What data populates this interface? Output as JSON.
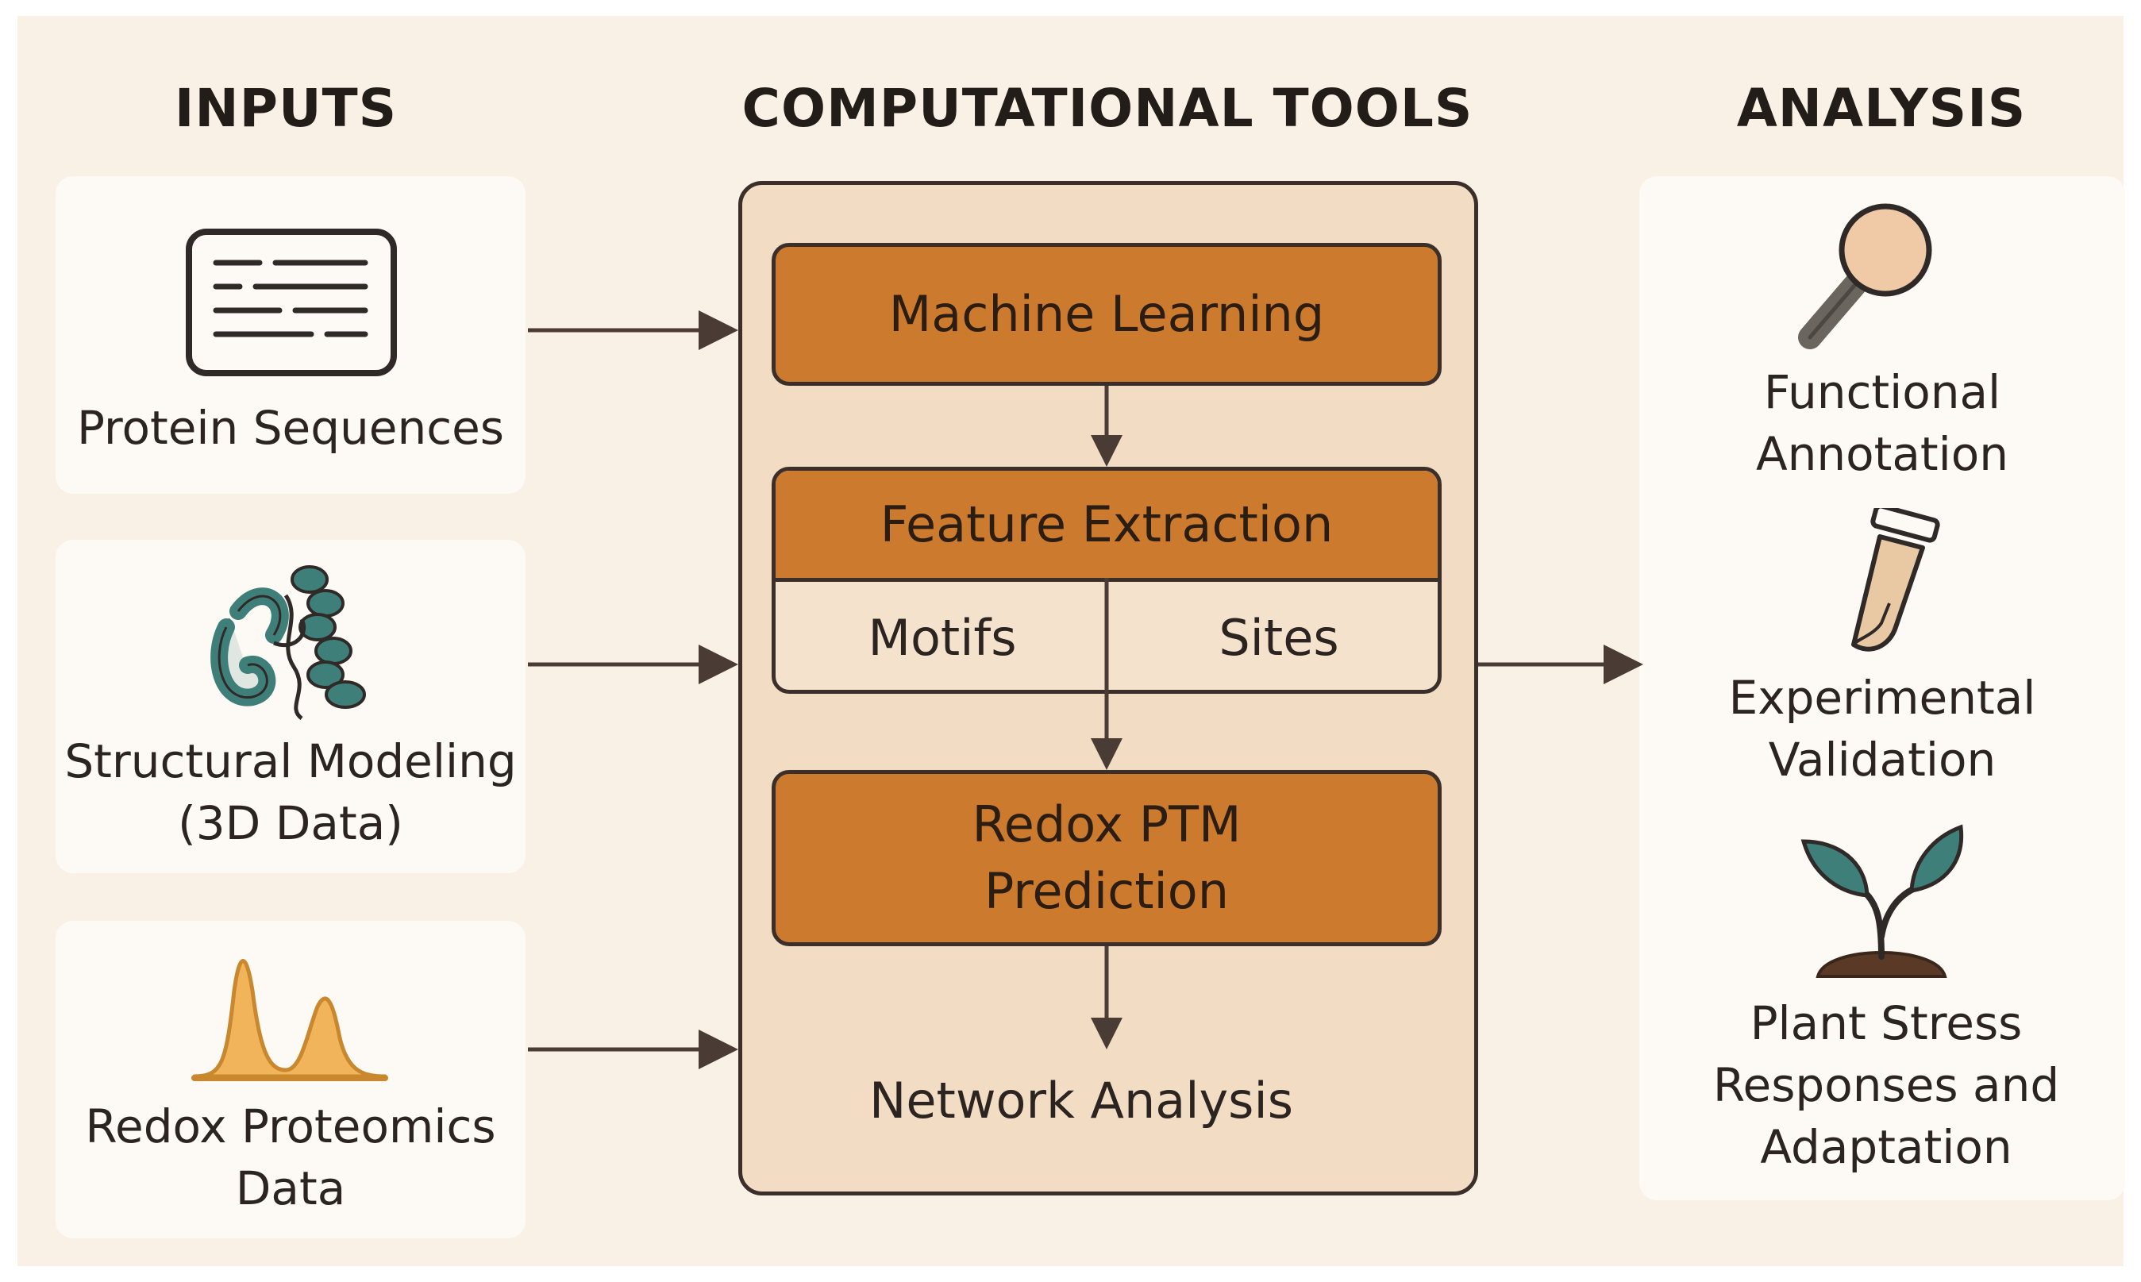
{
  "headings": {
    "inputs": "INPUTS",
    "tools": "COMPUTATIONAL TOOLS",
    "analysis": "ANALYSIS"
  },
  "inputs": [
    {
      "label": "Protein Sequences",
      "icon": "document-icon"
    },
    {
      "label": "Structural Modeling\n(3D Data)",
      "icon": "protein-structure-icon"
    },
    {
      "label": "Redox Proteomics\nData",
      "icon": "spectrum-peaks-icon"
    }
  ],
  "tools": {
    "machine_learning": "Machine Learning",
    "feature_extraction": "Feature Extraction",
    "motifs": "Motifs",
    "sites": "Sites",
    "redox_ptm": "Redox PTM\nPrediction",
    "network_analysis": "Network Analysis"
  },
  "analysis": [
    {
      "label": "Functional\nAnnotation",
      "icon": "magnifier-icon"
    },
    {
      "label": "Experimental\nValidation",
      "icon": "test-tube-icon"
    },
    {
      "label": "Plant Stress\nResponses and\nAdaptation",
      "icon": "seedling-icon"
    }
  ],
  "colors": {
    "background": "#faf1e6",
    "panel": "#f2dcc3",
    "tool_box": "#cc7a2e",
    "outline": "#3a2f2a",
    "teal": "#3f7f7a",
    "peak": "#f2b45a"
  }
}
